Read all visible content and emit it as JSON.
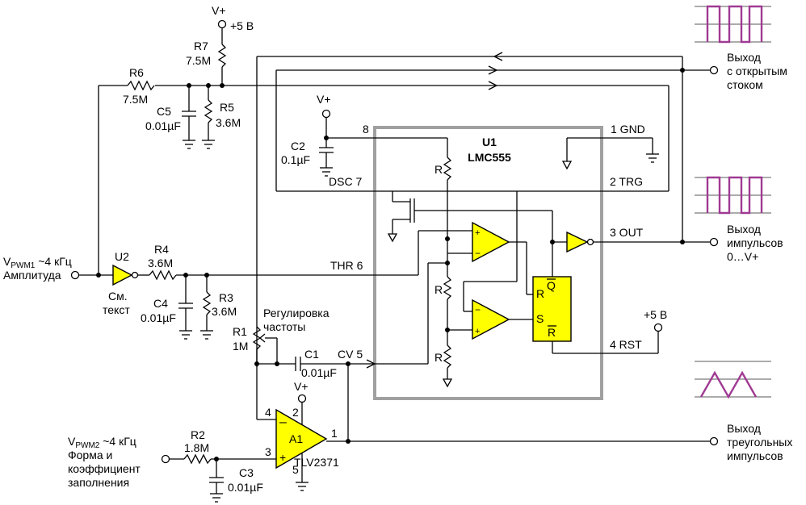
{
  "supply": {
    "vplus_top": "V+",
    "vplus_top_value": "+5 В",
    "vplus_c2": "V+",
    "vplus_a1": "V+",
    "rst_supply": "+5 В"
  },
  "ic": {
    "ref": "U1",
    "part": "LMC555",
    "pin_gnd": "1 GND",
    "pin_trg": "2 TRG",
    "pin_out": "3 OUT",
    "pin_rst": "4 RST",
    "pin_cv": "CV 5",
    "pin_thr": "THR 6",
    "pin_dsc": "DSC 7",
    "pin_vcc": "8",
    "res_r": "R",
    "ff_r": "R",
    "ff_qbar": "Q",
    "ff_s": "S",
    "ff_rbar": "R"
  },
  "components": {
    "R7": {
      "ref": "R7",
      "value": "7.5M"
    },
    "R6": {
      "ref": "R6",
      "value": "7.5M"
    },
    "R5": {
      "ref": "R5",
      "value": "3.6M"
    },
    "C5": {
      "ref": "C5",
      "value": "0.01µF"
    },
    "C2": {
      "ref": "C2",
      "value": "0.1µF"
    },
    "U2": {
      "ref": "U2",
      "note_1": "См.",
      "note_2": "текст"
    },
    "R4": {
      "ref": "R4",
      "value": "3.6M"
    },
    "C4": {
      "ref": "C4",
      "value": "0.01µF"
    },
    "R3": {
      "ref": "R3",
      "value": "3.6M"
    },
    "R1": {
      "ref": "R1",
      "value": "1M",
      "note_1": "Регулировка",
      "note_2": "частоты"
    },
    "C1": {
      "ref": "C1",
      "value": "0.01µF"
    },
    "A1": {
      "ref": "A1",
      "part": "TLV2371",
      "pin_inv": "4",
      "pin_vcc": "2",
      "pin_noninv": "3",
      "pin_gnd": "5",
      "pin_out": "1",
      "minus": "–",
      "plus": "+"
    },
    "R2": {
      "ref": "R2",
      "value": "1.8M"
    },
    "C3": {
      "ref": "C3",
      "value": "0.01µF"
    }
  },
  "inputs": {
    "vpwm1": {
      "v": "V",
      "sub": "PWM1",
      "freq": " ~4 кГц",
      "line2": "Амплитуда"
    },
    "vpwm2": {
      "v": "V",
      "sub": "PWM2",
      "freq": " ~4 кГц",
      "line2": "Форма и",
      "line3": "коэффициент",
      "line4": "заполнения"
    }
  },
  "outputs": {
    "open_drain": {
      "line1": "Выход",
      "line2": "с открытым",
      "line3": "стоком"
    },
    "pulse": {
      "line1": "Выход",
      "line2": "импульсов",
      "line3": "0…V+"
    },
    "triangle": {
      "line1": "Выход",
      "line2": "треугольных",
      "line3": "импульсов"
    }
  },
  "colors": {
    "opamp_fill": "#ffff00",
    "waveform": "#a03a93",
    "ic_outline": "#a0a0a0"
  }
}
